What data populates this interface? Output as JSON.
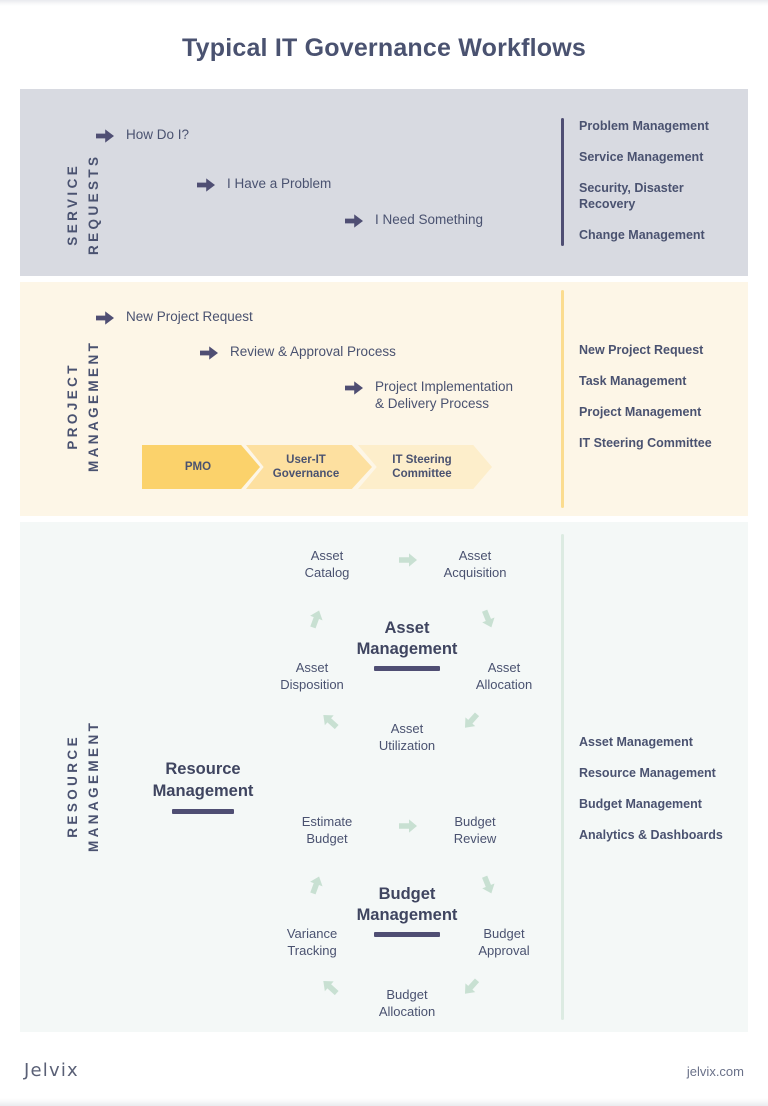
{
  "page": {
    "title": "Typical IT Governance Workflows"
  },
  "colors": {
    "ink": "#4a5270",
    "arrow_dark": "#4f4e73",
    "service_bg": "#d8dae1",
    "project_bg": "#fdf6e7",
    "resource_bg": "#f4f8f7",
    "chevron_1": "#fbd26b",
    "chevron_2": "#fde0a0",
    "chevron_3": "#fdeecb",
    "cycle_arrow": "#c8e0d2",
    "divider_service": "#4f4e73",
    "divider_project": "#fbdc8f",
    "divider_resource": "#dcebe2"
  },
  "sections": {
    "service": {
      "vertical_label": "SERVICE\nREQUESTS",
      "flow": [
        {
          "label": "How Do I?"
        },
        {
          "label": "I Have a Problem"
        },
        {
          "label": "I Need Something"
        }
      ],
      "list": [
        "Problem Management",
        "Service Management",
        "Security, Disaster\nRecovery",
        "Change Management"
      ]
    },
    "project": {
      "vertical_label": "PROJECT\nMANAGEMENT",
      "flow": [
        {
          "label": "New Project Request"
        },
        {
          "label": "Review & Approval Process"
        },
        {
          "label": "Project Implementation\n& Delivery Process"
        }
      ],
      "chevrons": [
        "PMO",
        "User-IT\nGovernance",
        "IT Steering\nCommittee"
      ],
      "list": [
        "New Project Request",
        "Task Management",
        "Project Management",
        "IT Steering Committee"
      ]
    },
    "resource": {
      "vertical_label": "RESOURCE\nMANAGEMENT",
      "heading": "Resource\nManagement",
      "cycles": [
        {
          "center": "Asset\nManagement",
          "nodes": [
            "Asset\nCatalog",
            "Asset\nAcquisition",
            "Asset\nAllocation",
            "Asset\nUtilization",
            "Asset\nDisposition"
          ]
        },
        {
          "center": "Budget\nManagement",
          "nodes": [
            "Estimate\nBudget",
            "Budget\nReview",
            "Budget\nApproval",
            "Budget\nAllocation",
            "Variance\nTracking"
          ]
        }
      ],
      "list": [
        "Asset Management",
        "Resource Management",
        "Budget Management",
        "Analytics & Dashboards"
      ]
    }
  },
  "footer": {
    "logo": "Jelvix",
    "url": "jelvix.com"
  }
}
